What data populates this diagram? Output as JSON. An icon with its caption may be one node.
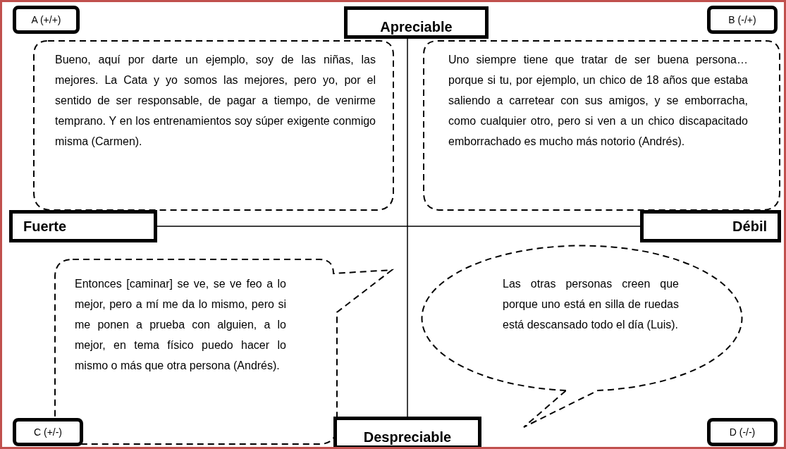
{
  "diagram": {
    "nodes": [
      {
        "text": [
          "A (+/+)"
        ]
      },
      {
        "text": [
          "Apreciable"
        ]
      },
      {
        "text": [
          "B (-/+)"
        ]
      },
      {
        "text": [
          "Bueno, aquí por darte un ejemplo, soy de las niñas, las mejores. La Cata y yo somos las mejores, pero yo, por el sentido de ser responsable, de pagar a tiempo, de venirme temprano. Y en los entrenamientos soy súper exigente conmigo misma (Carmen)."
        ]
      },
      {
        "text": [
          "Uno siempre tiene que tratar de ser buena persona… porque si tu, por ejemplo, un chico de 18 años que estaba saliendo a carretear con sus amigos, y se emborracha, como cualquier otro, pero si ven a un chico discapacitado emborrachado es mucho más notorio (Andrés)."
        ]
      },
      {
        "text": [
          "Fuerte"
        ]
      },
      {
        "text": [
          "Débil"
        ]
      },
      {
        "text": [
          "Entonces [caminar] se ve, se ve feo a lo mejor, pero a mí me da lo mismo, pero si me ponen a prueba con alguien, a lo mejor, en tema físico puedo hacer lo mismo o más que otra persona (Andrés)."
        ]
      },
      {
        "text": [
          "Las otras personas creen que porque uno está en silla de ruedas está descansado todo el día (Luis)."
        ]
      },
      {
        "text": [
          "C (+/-)"
        ]
      },
      {
        "text": [
          "Despreciable"
        ]
      },
      {
        "text": [
          "D (-/-)"
        ]
      }
    ],
    "edges": [
      {
        "from": 5,
        "to": 6,
        "arrow": "none"
      },
      {
        "from": 1,
        "to": 10,
        "arrow": "none"
      }
    ]
  }
}
